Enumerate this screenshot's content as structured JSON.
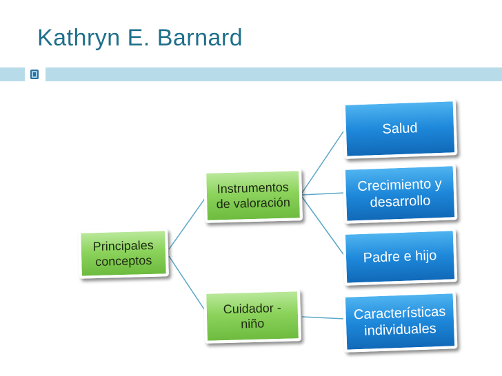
{
  "slide": {
    "title": "Kathryn E.  Barnard"
  },
  "diagram": {
    "root": {
      "label": "Principales\nconceptos"
    },
    "branches": [
      {
        "label": "Instrumentos\nde valoración"
      },
      {
        "label": "Cuidador -\nniño"
      }
    ],
    "leaves": [
      {
        "label": "Salud"
      },
      {
        "label": "Crecimiento y\ndesarrollo"
      },
      {
        "label": "Padre e hijo"
      },
      {
        "label": "Características\nindividuales"
      }
    ]
  },
  "colors": {
    "title": "#1f6f8b",
    "band": "#b7dbe9",
    "connector": "#5aa7c7",
    "green_node": "#8cd35c",
    "blue_node": "#1e88da"
  }
}
